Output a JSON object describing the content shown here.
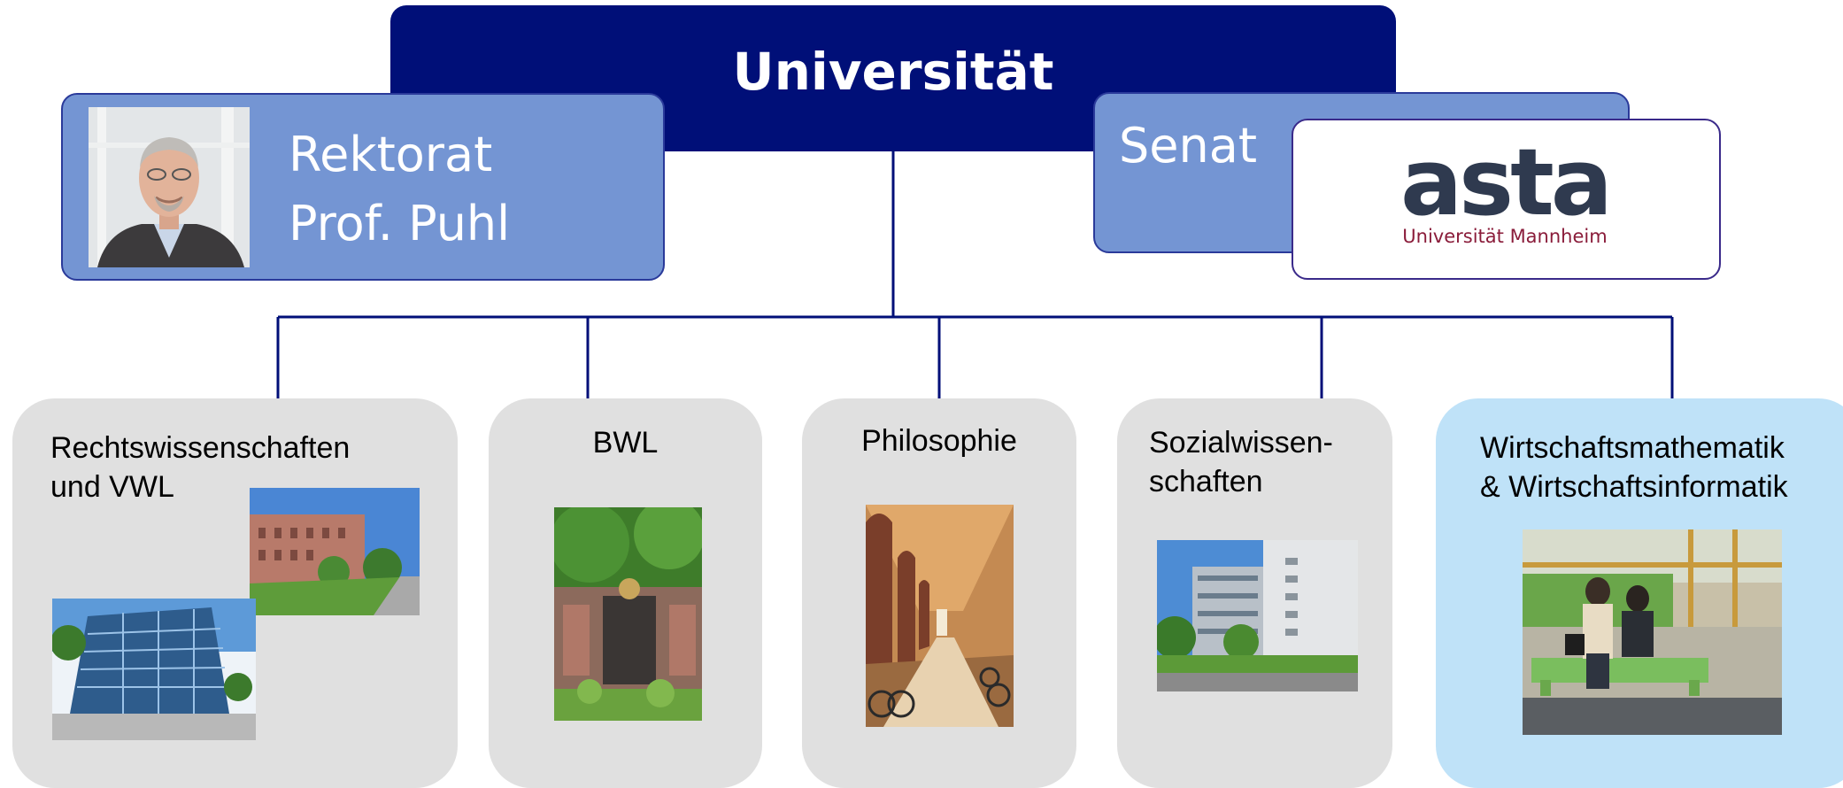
{
  "university": {
    "title": "Universität"
  },
  "rektorat": {
    "line1": "Rektorat",
    "line2": "Prof. Puhl"
  },
  "senat": {
    "label": "Senat"
  },
  "asta": {
    "wordmark": "asta",
    "subtitle": "Universität Mannheim"
  },
  "faculties": [
    {
      "line1": "Rechtswissenschaften",
      "line2": "und VWL"
    },
    {
      "line1": "BWL",
      "line2": ""
    },
    {
      "line1": "Philosophie",
      "line2": ""
    },
    {
      "line1": "Sozialwissen-",
      "line2": "schaften"
    },
    {
      "line1": "Wirtschaftsmathematik",
      "line2": "& Wirtschaftsinformatik"
    }
  ],
  "colors": {
    "university_box": "#000f78",
    "secondary_box": "#7495d3",
    "faculty_box": "#e0e0e0",
    "highlight_faculty_box": "#bfe2f8",
    "connector": "#000f78",
    "asta_text": "#2f3a4f",
    "asta_subtitle": "#8a1c3a"
  }
}
